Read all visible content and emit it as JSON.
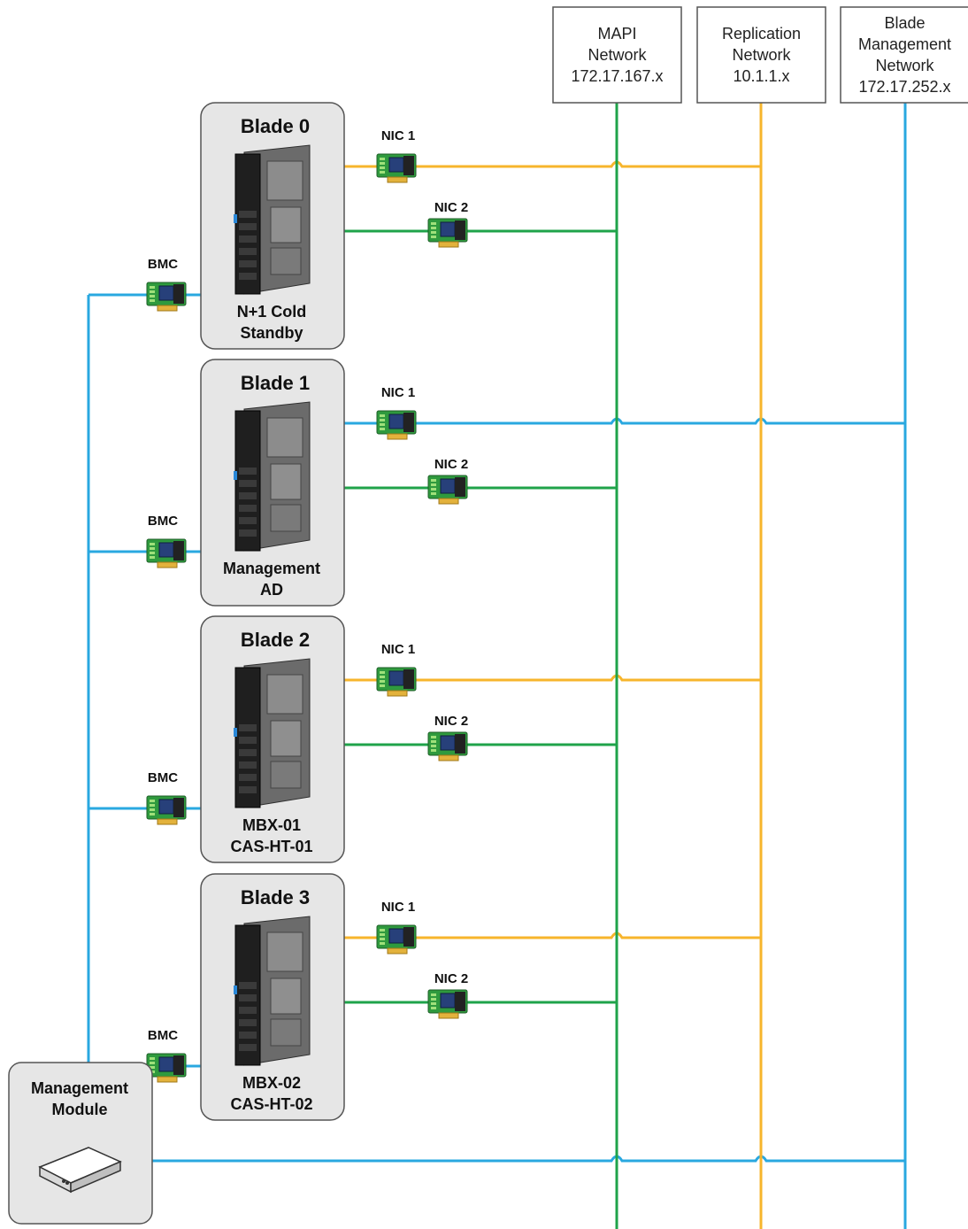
{
  "colors": {
    "mapi": "#1fa34a",
    "replication": "#f7b52c",
    "blade_mgmt": "#29a8e0",
    "box_fill": "#e6e6e6",
    "box_stroke": "#555555"
  },
  "networks": [
    {
      "key": "mapi",
      "lines": [
        "MAPI",
        "Network",
        "172.17.167.x"
      ]
    },
    {
      "key": "replication",
      "lines": [
        "Replication",
        "Network",
        "10.1.1.x"
      ]
    },
    {
      "key": "blade_mgmt",
      "lines": [
        "Blade",
        "Management",
        "Network",
        "172.17.252.x"
      ]
    }
  ],
  "blades": [
    {
      "title": "Blade 0",
      "role": [
        "N+1 Cold",
        "Standby"
      ],
      "nic1_label": "NIC 1",
      "nic1_network": "replication",
      "nic2_label": "NIC 2",
      "nic2_network": "mapi",
      "bmc_label": "BMC"
    },
    {
      "title": "Blade 1",
      "role": [
        "Management",
        "AD"
      ],
      "nic1_label": "NIC 1",
      "nic1_network": "blade_mgmt",
      "nic2_label": "NIC 2",
      "nic2_network": "mapi",
      "bmc_label": "BMC"
    },
    {
      "title": "Blade 2",
      "role": [
        "MBX-01",
        "CAS-HT-01"
      ],
      "nic1_label": "NIC 1",
      "nic1_network": "replication",
      "nic2_label": "NIC 2",
      "nic2_network": "mapi",
      "bmc_label": "BMC"
    },
    {
      "title": "Blade 3",
      "role": [
        "MBX-02",
        "CAS-HT-02"
      ],
      "nic1_label": "NIC 1",
      "nic1_network": "replication",
      "nic2_label": "NIC 2",
      "nic2_network": "mapi",
      "bmc_label": "BMC"
    }
  ],
  "management_module": {
    "lines": [
      "Management",
      "Module"
    ],
    "network": "blade_mgmt"
  }
}
